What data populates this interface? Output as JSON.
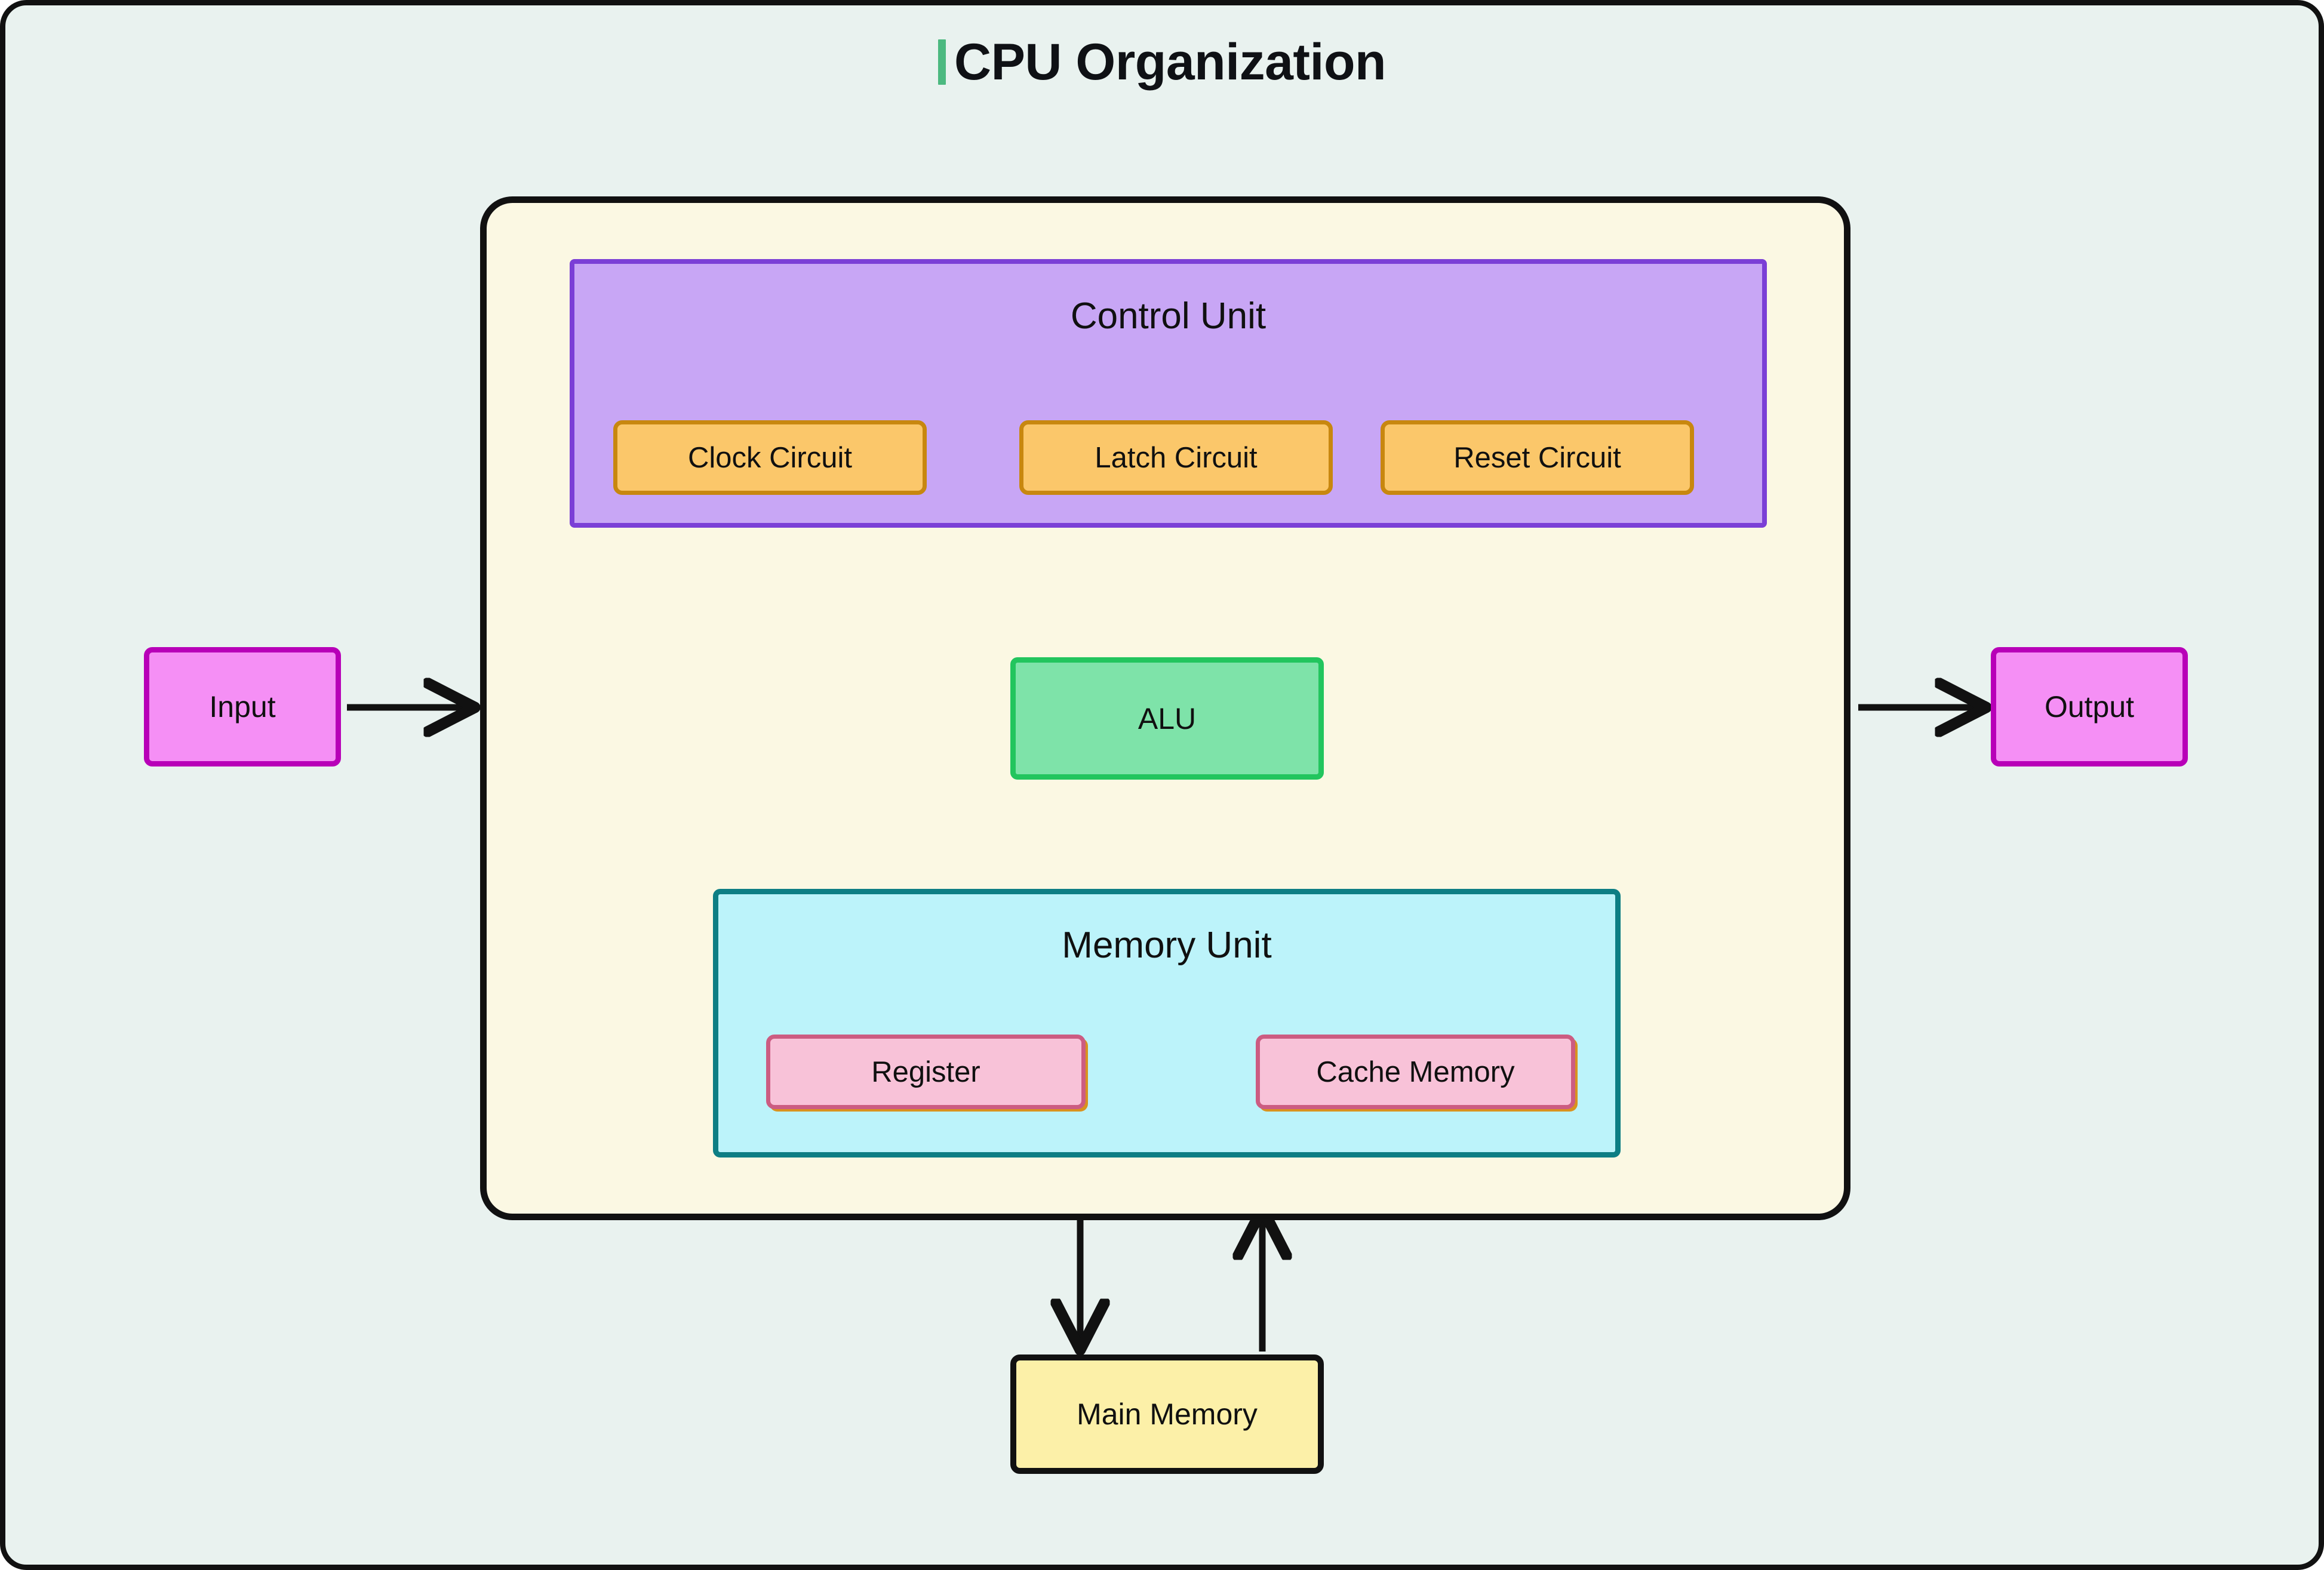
{
  "page": {
    "title": "CPU Organization",
    "background_color": "#E9F2EF",
    "accent_color": "#4CB980"
  },
  "cpu": {
    "container_fill": "#FBF8E3",
    "container_border": "#111111"
  },
  "control_unit": {
    "label": "Control Unit",
    "fill": "#C8A6F5",
    "border": "#7B3FD6",
    "sub_fill": "#FBC76A",
    "sub_border": "#C8870F",
    "items": [
      {
        "label": "Clock Circuit"
      },
      {
        "label": "Latch Circuit"
      },
      {
        "label": "Reset Circuit"
      }
    ]
  },
  "alu": {
    "label": "ALU",
    "fill": "#7EE3A9",
    "border": "#22C55E"
  },
  "memory_unit": {
    "label": "Memory Unit",
    "fill": "#BCF3FA",
    "border": "#0D7E84",
    "sub_fill": "#F8C2D8",
    "sub_border": "#CC5C82",
    "items": [
      {
        "label": "Register"
      },
      {
        "label": "Cache Memory"
      }
    ]
  },
  "io": {
    "input_label": "Input",
    "output_label": "Output",
    "fill": "#F58FF5",
    "border": "#B800B8"
  },
  "main_memory": {
    "label": "Main Memory",
    "fill": "#FCF0A8",
    "border": "#111111"
  },
  "chart_data": {
    "type": "diagram",
    "title": "CPU Organization",
    "nodes": [
      {
        "id": "input",
        "label": "Input",
        "group": "external"
      },
      {
        "id": "output",
        "label": "Output",
        "group": "external"
      },
      {
        "id": "cpu",
        "label": "",
        "group": "container"
      },
      {
        "id": "control_unit",
        "label": "Control Unit",
        "group": "cpu"
      },
      {
        "id": "clock_circuit",
        "label": "Clock Circuit",
        "group": "control_unit"
      },
      {
        "id": "latch_circuit",
        "label": "Latch Circuit",
        "group": "control_unit"
      },
      {
        "id": "reset_circuit",
        "label": "Reset Circuit",
        "group": "control_unit"
      },
      {
        "id": "alu",
        "label": "ALU",
        "group": "cpu"
      },
      {
        "id": "memory_unit",
        "label": "Memory Unit",
        "group": "cpu"
      },
      {
        "id": "register",
        "label": "Register",
        "group": "memory_unit"
      },
      {
        "id": "cache_memory",
        "label": "Cache Memory",
        "group": "memory_unit"
      },
      {
        "id": "main_memory",
        "label": "Main Memory",
        "group": "external"
      }
    ],
    "edges": [
      {
        "from": "input",
        "to": "cpu",
        "direction": "one-way"
      },
      {
        "from": "cpu",
        "to": "output",
        "direction": "one-way"
      },
      {
        "from": "latch_circuit",
        "to": "alu",
        "direction": "one-way"
      },
      {
        "from": "reset_circuit",
        "to": "memory_unit",
        "direction": "one-way"
      },
      {
        "from": "alu",
        "to": "memory_unit",
        "direction": "one-way"
      },
      {
        "from": "memory_unit",
        "to": "alu",
        "direction": "one-way"
      },
      {
        "from": "memory_unit",
        "to": "main_memory",
        "direction": "one-way"
      },
      {
        "from": "main_memory",
        "to": "memory_unit",
        "direction": "one-way"
      }
    ]
  }
}
